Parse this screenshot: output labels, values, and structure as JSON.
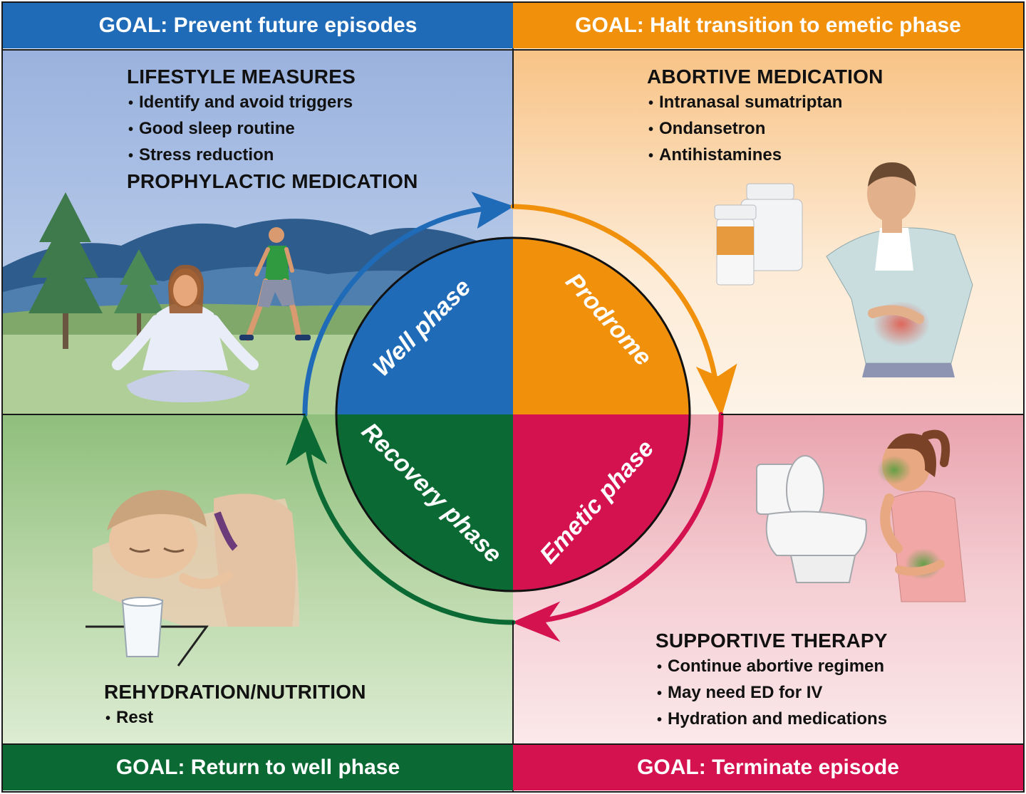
{
  "goals": {
    "top_left": "GOAL: Prevent future episodes",
    "top_right": "GOAL: Halt transition to emetic phase",
    "bottom_left": "GOAL: Return to well phase",
    "bottom_right": "GOAL: Terminate episode"
  },
  "well": {
    "heading1": "LIFESTYLE MEASURES",
    "items": [
      "Identify and avoid triggers",
      "Good sleep routine",
      "Stress reduction"
    ],
    "heading2": "PROPHYLACTIC MEDICATION"
  },
  "prodrome": {
    "heading": "ABORTIVE MEDICATION",
    "items": [
      "Intranasal sumatriptan",
      "Ondansetron",
      "Antihistamines"
    ]
  },
  "emetic": {
    "heading": "SUPPORTIVE THERAPY",
    "items": [
      "Continue abortive regimen",
      "May need ED for IV",
      "Hydration and medications"
    ]
  },
  "recovery": {
    "heading": "REHYDRATION/NUTRITION",
    "items": [
      "Rest"
    ]
  },
  "phases": {
    "well": "Well phase",
    "prodrome": "Prodrome",
    "emetic": "Emetic phase",
    "recovery": "Recovery phase"
  },
  "colors": {
    "well": "#1f6bb8",
    "prodrome": "#f0900b",
    "emetic": "#d4124f",
    "recovery": "#0b6a34"
  },
  "bullet": "•"
}
